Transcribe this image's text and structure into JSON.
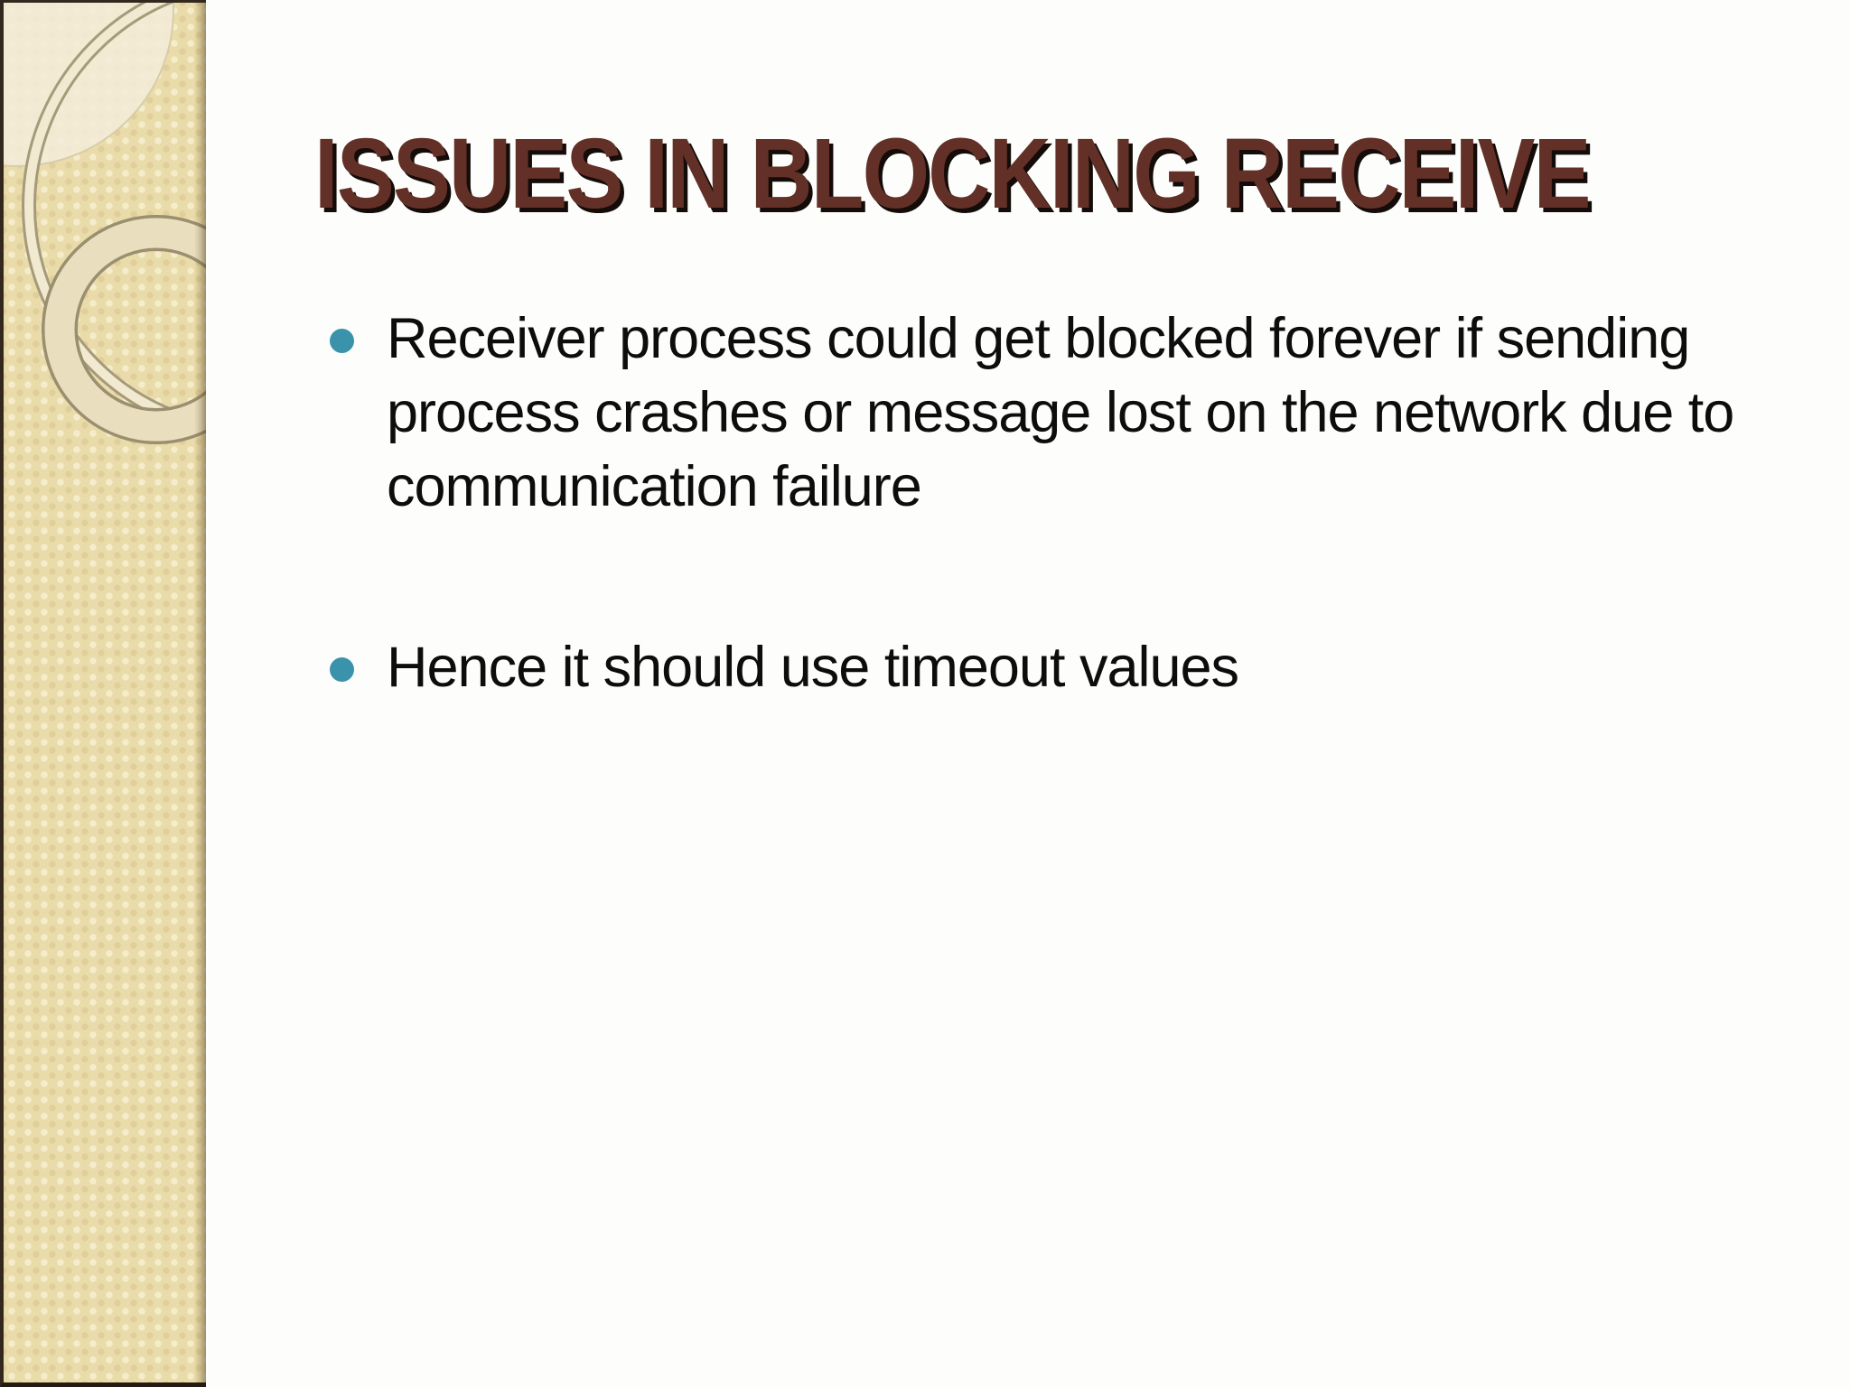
{
  "slide": {
    "title": "ISSUES IN BLOCKING RECEIVE",
    "bullets": [
      {
        "lines": [
          "Receiver process could get blocked forever if sending",
          "process crashes or message lost on the network due to",
          "communication failure"
        ]
      },
      {
        "lines": [
          "Hence it should use timeout values"
        ]
      }
    ],
    "icons": {
      "bullet": "circle-bullet-icon",
      "sidebar_ornament": "concentric-circles-ornament"
    },
    "colors": {
      "title_text": "#623026",
      "title_shadow": "#140c09",
      "body_text": "#0d0d0d",
      "bullet_dot": "#3a93ab",
      "sidebar_beige": "#eadcaa",
      "sidebar_circle_cream": "#f2ecd8",
      "ring_fill_cream": "#f1ead0",
      "ring_outline_tan": "#a59a7a",
      "background_white": "#fdfefc"
    }
  }
}
